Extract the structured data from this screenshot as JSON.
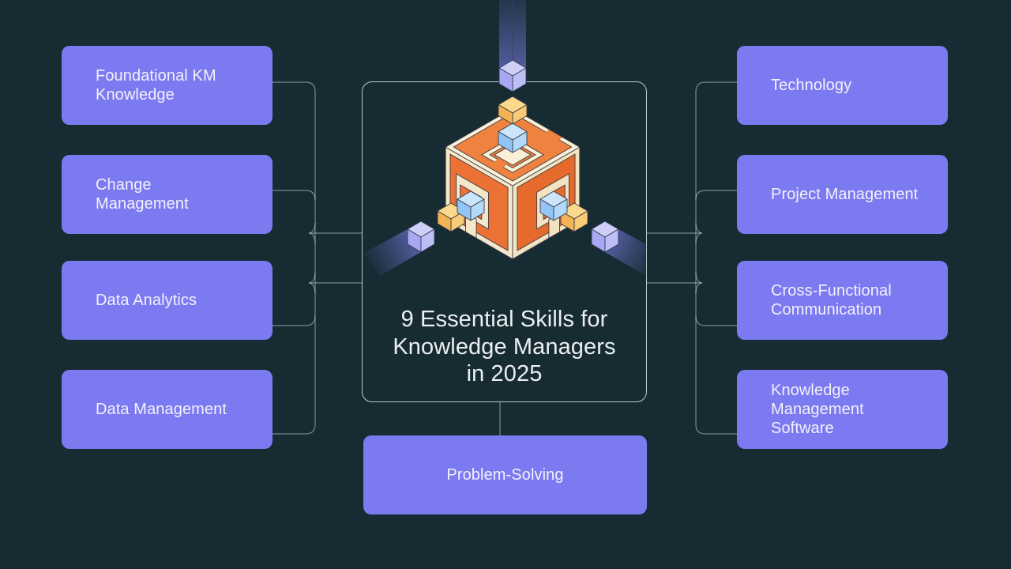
{
  "center": {
    "title_line1": "9 Essential Skills for",
    "title_line2": "Knowledge Managers",
    "title_line3": "in 2025"
  },
  "left_items": [
    {
      "label": "Foundational KM Knowledge"
    },
    {
      "label": "Change Management"
    },
    {
      "label": "Data Analytics"
    },
    {
      "label": "Data Management"
    }
  ],
  "right_items": [
    {
      "label": "Technology"
    },
    {
      "label": "Project Management"
    },
    {
      "label": "Cross-Functional Communication"
    },
    {
      "label": "Knowledge Management Software"
    }
  ],
  "bottom_item": {
    "label": "Problem-Solving"
  },
  "colors": {
    "background": "#172B33",
    "node_fill": "#7C7AF0",
    "node_text": "#F2F1FC",
    "title_text": "#EAEFF1",
    "connector_line": "#C7D4D8",
    "center_border": "#BCC8CC",
    "cube_cream": "#FAF0D8",
    "cube_orange": "#F0823F",
    "small_cube_blue": "#93C4F6",
    "small_cube_yellow": "#F3B455",
    "small_cube_purple": "#A7A8F1"
  }
}
